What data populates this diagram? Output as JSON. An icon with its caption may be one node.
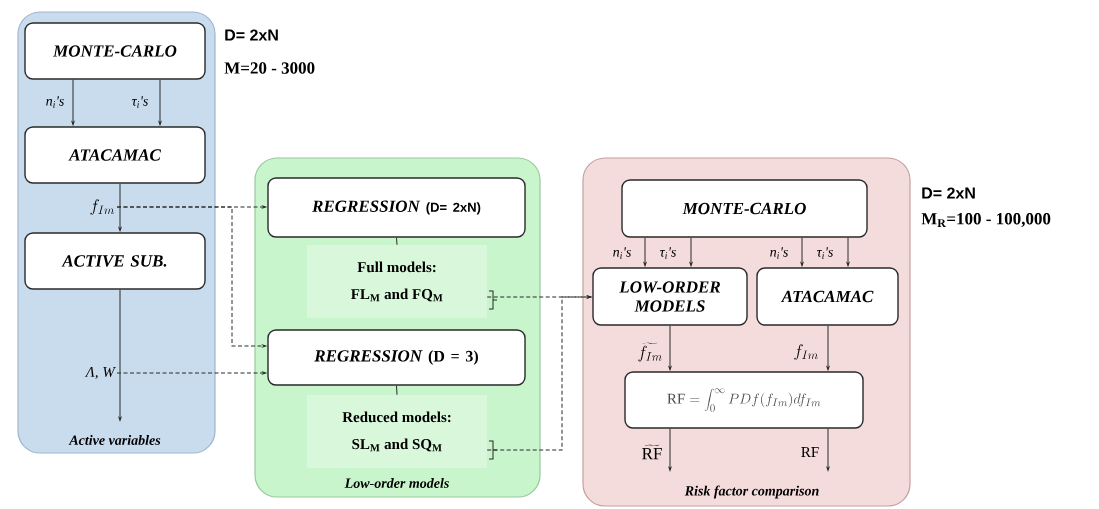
{
  "diagram": {
    "nodes": [
      {
        "text": [
          "Active variables"
        ]
      },
      {
        "text": [
          "MONTE-CARLO"
        ],
        "in": 0
      },
      {
        "text": [
          "ATACAMAC"
        ],
        "in": 0
      },
      {
        "text": [
          "f_{Im}"
        ],
        "in": 0
      },
      {
        "text": [
          "ACTIVE SUB."
        ],
        "in": 0
      },
      {
        "text": [
          "Λ, W"
        ],
        "in": 0
      },
      {
        "text": [
          "Low-order models"
        ]
      },
      {
        "text": [
          "REGRESSION",
          "(D= 2xN)"
        ],
        "in": 6
      },
      {
        "text": [
          "Full models:",
          "FL$_{M}$ and FQ$_{M}$"
        ],
        "in": 6
      },
      {
        "text": [
          "REGRESSION",
          "(D = 3)"
        ],
        "in": 6
      },
      {
        "text": [
          "Reduced models:",
          "SL$_{M}$ and SQ$_{M}$"
        ],
        "in": 6
      },
      {
        "text": [
          "Risk factor comparison"
        ]
      },
      {
        "text": [
          "MONTE-CARLO"
        ],
        "in": 11
      },
      {
        "text": [
          "LOW-ORDER MODELS"
        ],
        "in": 11
      },
      {
        "text": [
          "ATACAMAC"
        ],
        "in": 11
      },
      {
        "text": [
          "\\mathrm{RF} = \\int_0^\\infty PDf(f_{Im})df_{Im}"
        ],
        "in": 11
      }
    ],
    "edges": [
      {
        "from": 1,
        "to": 2,
        "arrow": "to",
        "label": "n$_{i}$'s"
      },
      {
        "from": 1,
        "to": 2,
        "arrow": "to",
        "label": "τ$_{i}$'s"
      },
      {
        "from": 2,
        "to": 4,
        "arrow": "to"
      },
      {
        "from": 3,
        "to": 7,
        "arrow": "to",
        "style": "dashed"
      },
      {
        "from": 3,
        "to": 9,
        "arrow": "to",
        "style": "dashed"
      },
      {
        "from": 4,
        "to": null,
        "arrow": "to"
      },
      {
        "from": 5,
        "to": 9,
        "arrow": "to",
        "style": "dashed"
      },
      {
        "from": 7,
        "to": 8,
        "arrow": "none"
      },
      {
        "from": 9,
        "to": 10,
        "arrow": "none"
      },
      {
        "from": 8,
        "to": 13,
        "arrow": "to",
        "style": "dashed"
      },
      {
        "from": 10,
        "to": 13,
        "arrow": "to",
        "style": "dashed"
      },
      {
        "from": 12,
        "to": 13,
        "arrow": "to",
        "label": "n$_{i}$'s"
      },
      {
        "from": 12,
        "to": 13,
        "arrow": "to",
        "label": "τ$_{i}$'s"
      },
      {
        "from": 12,
        "to": 14,
        "arrow": "to",
        "label": "n$_{i}$'s"
      },
      {
        "from": 12,
        "to": 14,
        "arrow": "to",
        "label": "τ$_{i}$'s"
      },
      {
        "from": 13,
        "to": 15,
        "arrow": "to",
        "label": "\\widetilde{f_{Im}}"
      },
      {
        "from": 14,
        "to": 15,
        "arrow": "to",
        "label": "f_{Im}"
      },
      {
        "from": 15,
        "to": null,
        "arrow": "to",
        "label": "\\widetilde{\\mathrm{RF}}"
      },
      {
        "from": 15,
        "to": null,
        "arrow": "to",
        "label": "RF"
      }
    ],
    "labels": [
      "D= 2xN",
      "M=20 - 3000",
      "D= 2xN",
      "M$_{R}$=100 - 100,000"
    ]
  }
}
